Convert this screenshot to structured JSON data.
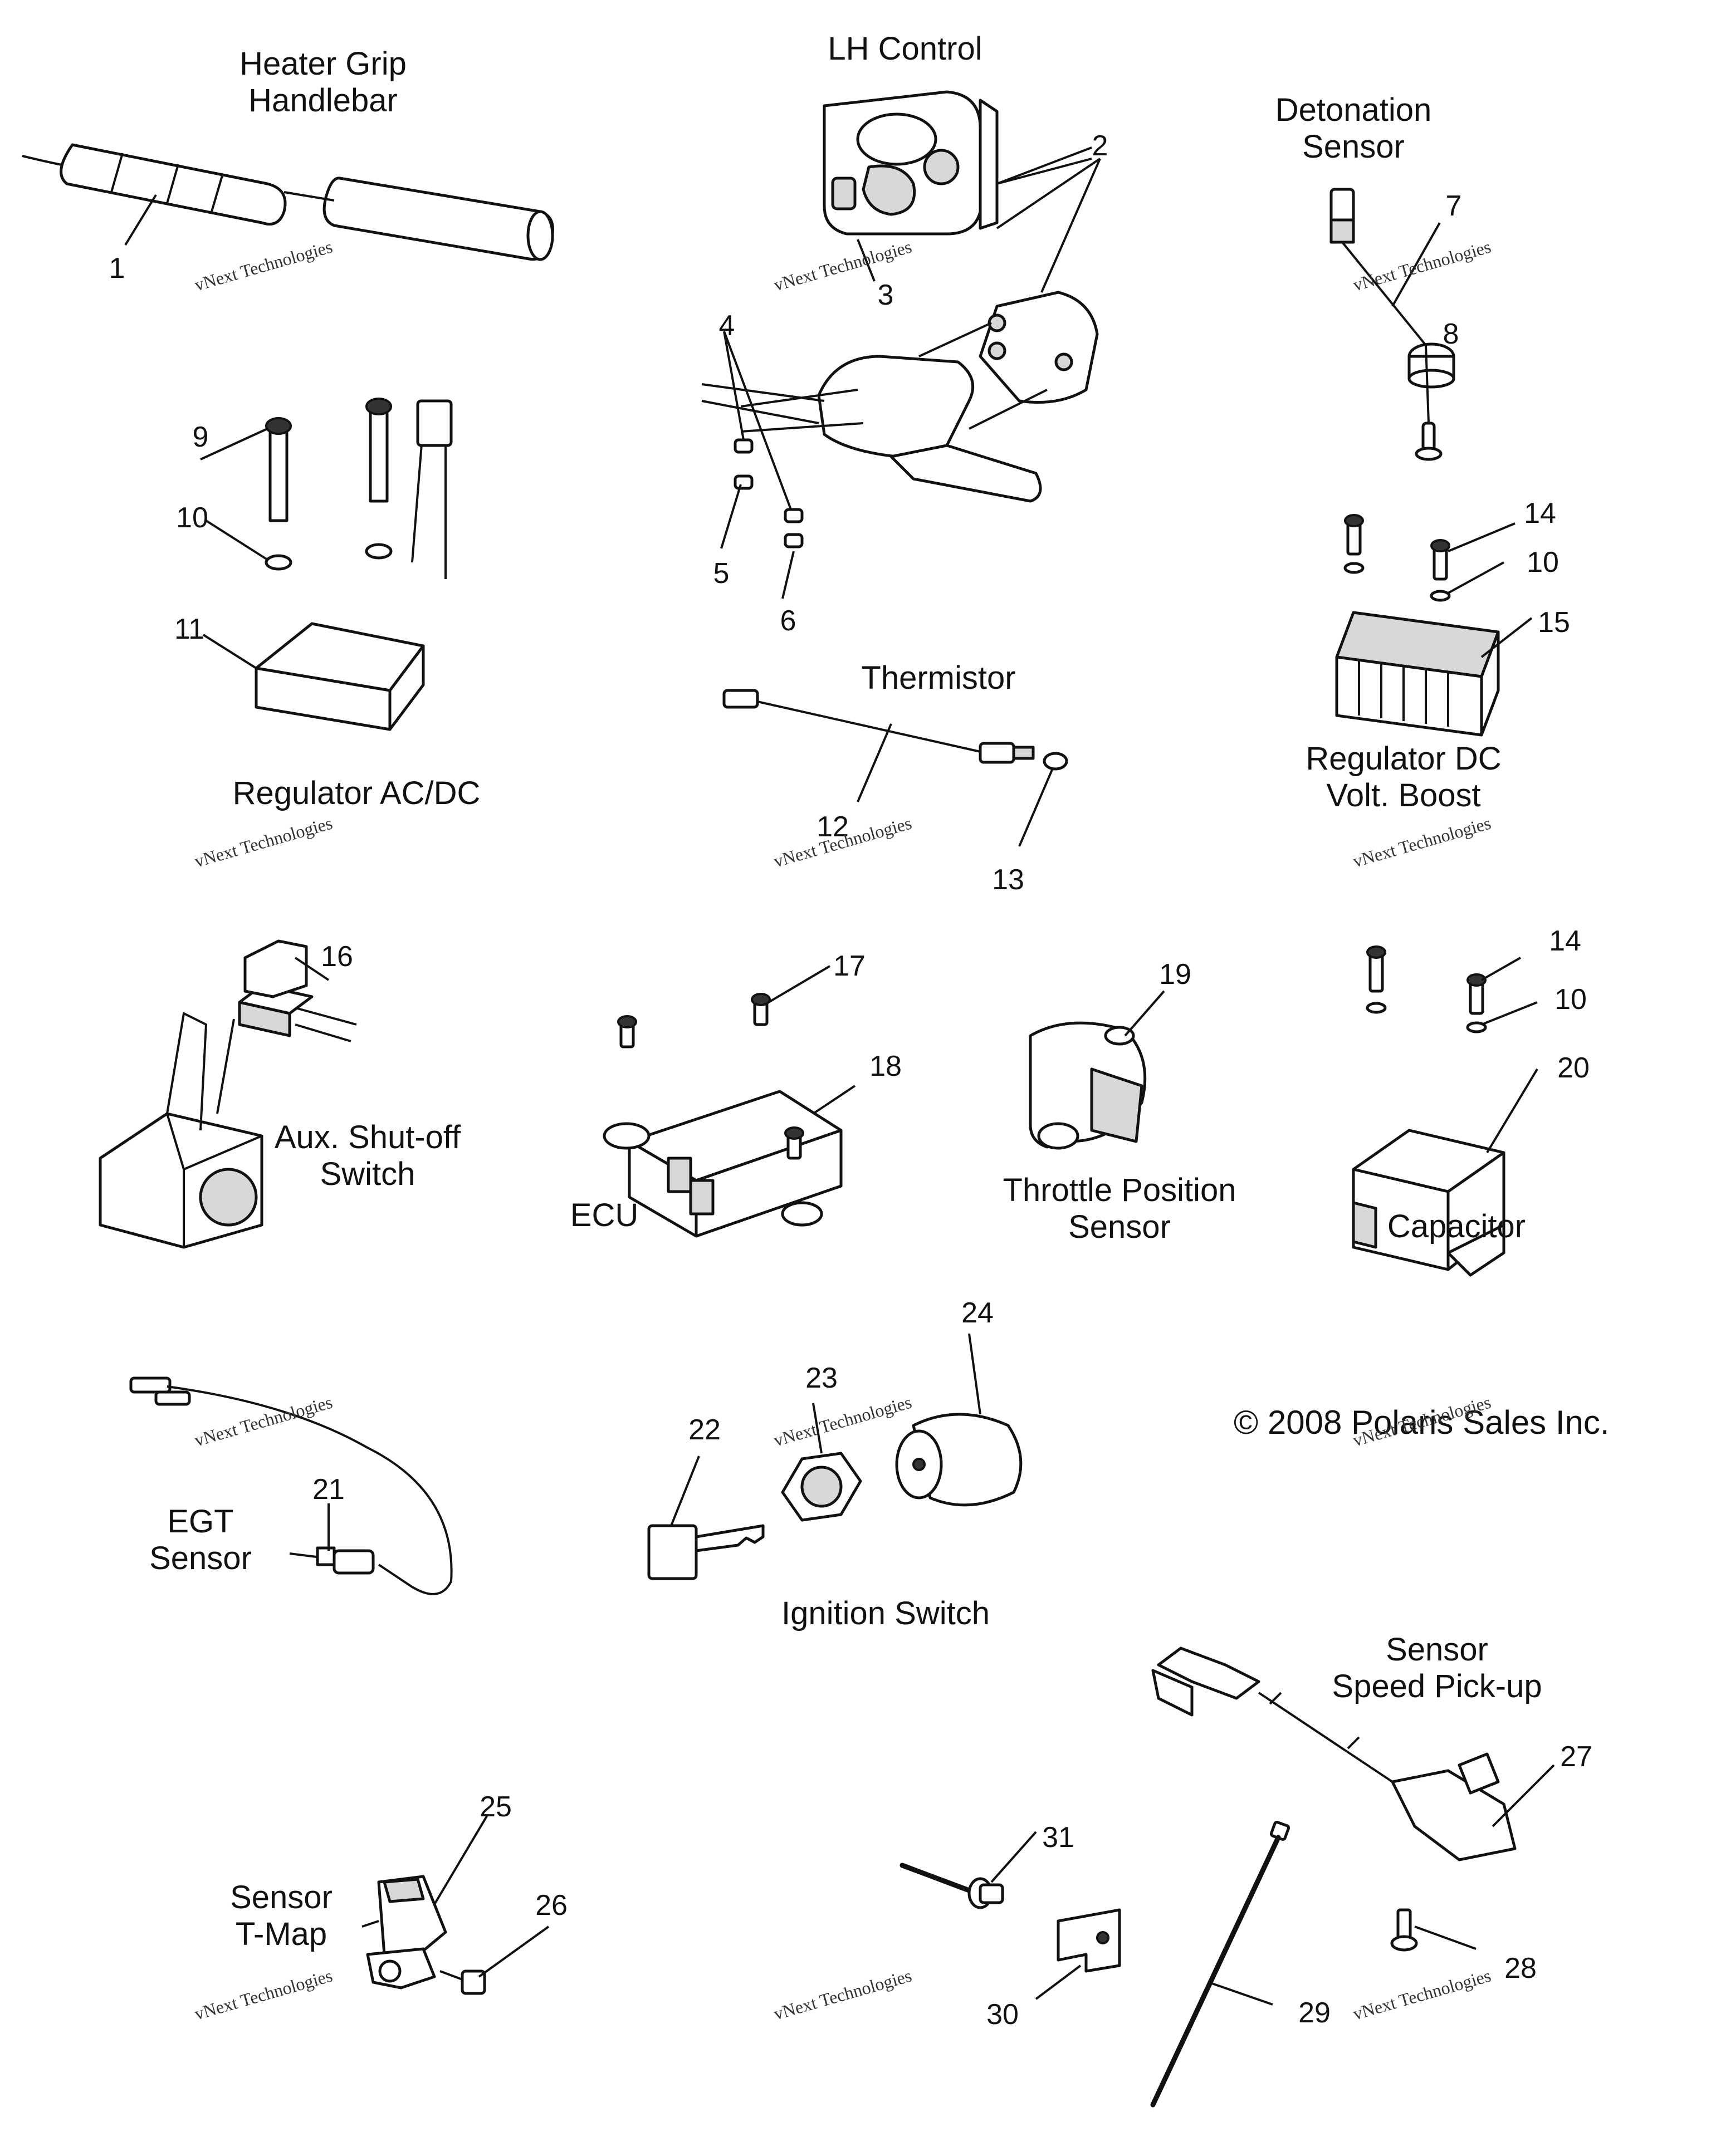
{
  "titles": {
    "heater_grip": "Heater Grip\nHandlebar",
    "lh_control": "LH Control",
    "detonation": "Detonation\nSensor",
    "thermistor": "Thermistor",
    "regulator_acdc": "Regulator AC/DC",
    "regulator_dc": "Regulator DC\nVolt. Boost",
    "aux_switch": "Aux. Shut-off\nSwitch",
    "ecu": "ECU",
    "tps": "Throttle Position\nSensor",
    "capacitor": "Capacitor",
    "egt": "EGT\nSensor",
    "ignition": "Ignition Switch",
    "speed_pickup": "Sensor\nSpeed Pick-up",
    "tmap": "Sensor\nT-Map"
  },
  "callouts": [
    "1",
    "2",
    "3",
    "4",
    "5",
    "6",
    "7",
    "8",
    "9",
    "10",
    "11",
    "12",
    "13",
    "14",
    "10",
    "15",
    "16",
    "17",
    "18",
    "19",
    "14",
    "10",
    "20",
    "21",
    "22",
    "23",
    "24",
    "25",
    "26",
    "27",
    "28",
    "29",
    "30",
    "31"
  ],
  "copyright": "© 2008 Polaris Sales Inc.",
  "watermark": {
    "line1": "vNext Technologies",
    "line2": "vNext\nTechnologies"
  },
  "colors": {
    "line": "#111111",
    "background": "#ffffff"
  }
}
